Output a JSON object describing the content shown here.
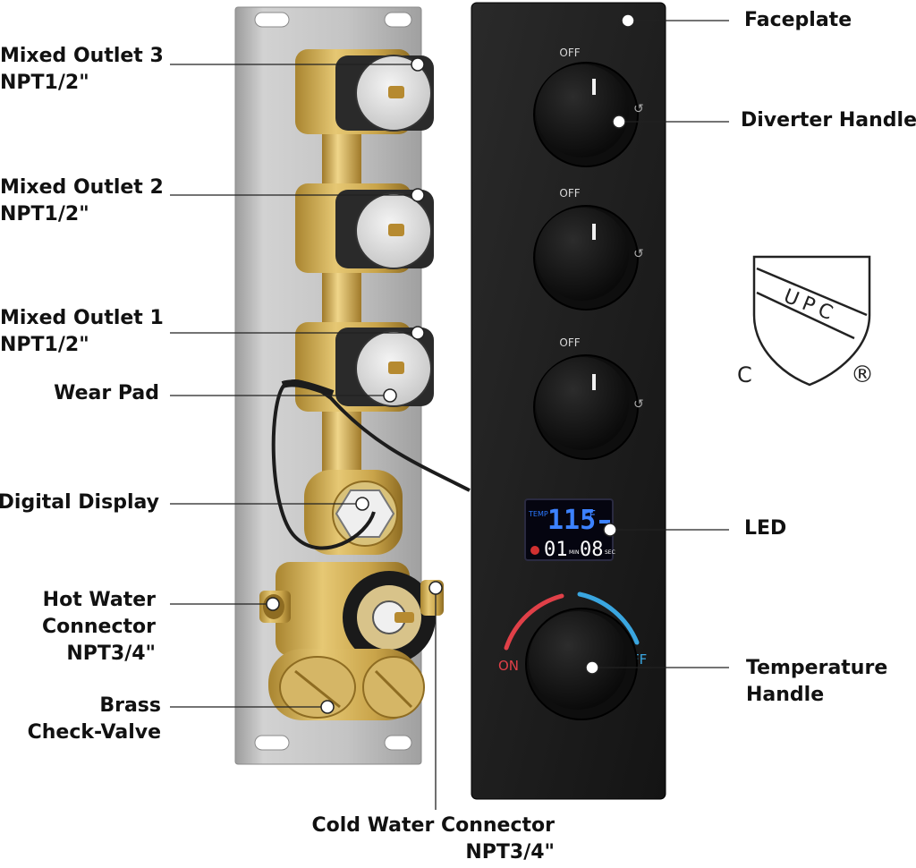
{
  "labels": {
    "outlet3_line1": "Mixed Outlet 3",
    "outlet3_line2": "NPT1/2\"",
    "outlet2_line1": "Mixed Outlet 2",
    "outlet2_line2": "NPT1/2\"",
    "outlet1_line1": "Mixed Outlet 1",
    "outlet1_line2": "NPT1/2\"",
    "wear_pad": "Wear Pad",
    "digital_display": "Digital Display",
    "hot_line1": "Hot Water",
    "hot_line2": "Connector",
    "hot_line3": "NPT3/4\"",
    "brass_line1": "Brass",
    "brass_line2": "Check-Valve",
    "cold_line1": "Cold Water Connector",
    "cold_line2": "NPT3/4\"",
    "faceplate": "Faceplate",
    "diverter_handle": "Diverter Handle",
    "led": "LED",
    "temp_line1": "Temperature",
    "temp_line2": "Handle"
  },
  "faceplate": {
    "knob_top_label": "OFF",
    "knob_mid_label": "OFF",
    "knob_bottom_label": "OFF",
    "temp_on_label": "ON",
    "temp_off_label": "FF"
  },
  "display": {
    "temp_tag": "TEMP",
    "temperature": "115",
    "unit": "°F",
    "time_min": "01",
    "min_tag": "MIN",
    "time_sec": "08",
    "sec_tag": "SEC"
  },
  "cert": {
    "mark": "UPC",
    "left": "C",
    "right": "®"
  },
  "colors": {
    "faceplate": "#1f1f1f",
    "knob": "#121212",
    "brass": "#c9a44a",
    "mounting_plate": "#b9b9b9",
    "lcd_blue": "#2a78ff",
    "hot_arc": "#e04048",
    "cold_arc": "#3aa6e0"
  }
}
